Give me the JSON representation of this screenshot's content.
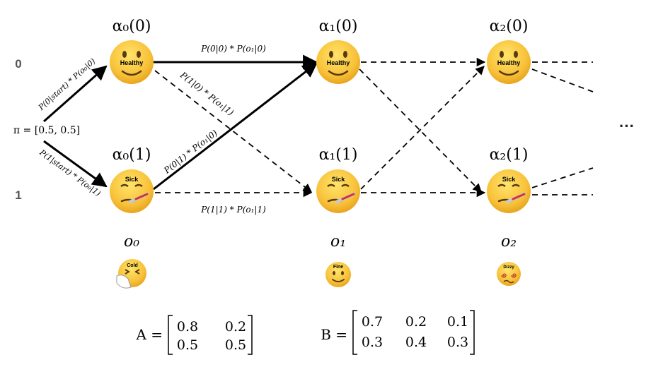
{
  "diagram": {
    "row_labels": [
      "0",
      "1"
    ],
    "initial": "π = [0.5, 0.5]",
    "ellipsis": "···",
    "alphas": {
      "a00": "α₀(0)",
      "a01": "α₀(1)",
      "a10": "α₁(0)",
      "a11": "α₁(1)",
      "a20": "α₂(0)",
      "a21": "α₂(1)"
    },
    "edge_labels": {
      "start0": "P(0|start) * P(o₀|0)",
      "start1": "P(1|start) * P(o₀|1)",
      "e00": "P(0|0) * P(o₁|0)",
      "e01": "P(1|0) * P(o₁|1)",
      "e10": "P(0|1) * P(o₁|0)",
      "e11": "P(1|1) * P(o₁|1)"
    },
    "state_badges": {
      "healthy": "Healthy",
      "sick": "Sick"
    },
    "observations": [
      {
        "label": "o₀",
        "badge": "Cold",
        "icon": "sneezing-face-icon"
      },
      {
        "label": "o₁",
        "badge": "Fine",
        "icon": "smiling-face-icon"
      },
      {
        "label": "o₂",
        "badge": "Dizzy",
        "icon": "dizzy-face-icon"
      }
    ],
    "matrix_A": {
      "name": "A =",
      "rows": [
        [
          "0.8",
          "0.2"
        ],
        [
          "0.5",
          "0.5"
        ]
      ]
    },
    "matrix_B": {
      "name": "B =",
      "rows": [
        [
          "0.7",
          "0.2",
          "0.1"
        ],
        [
          "0.3",
          "0.4",
          "0.3"
        ]
      ]
    }
  }
}
